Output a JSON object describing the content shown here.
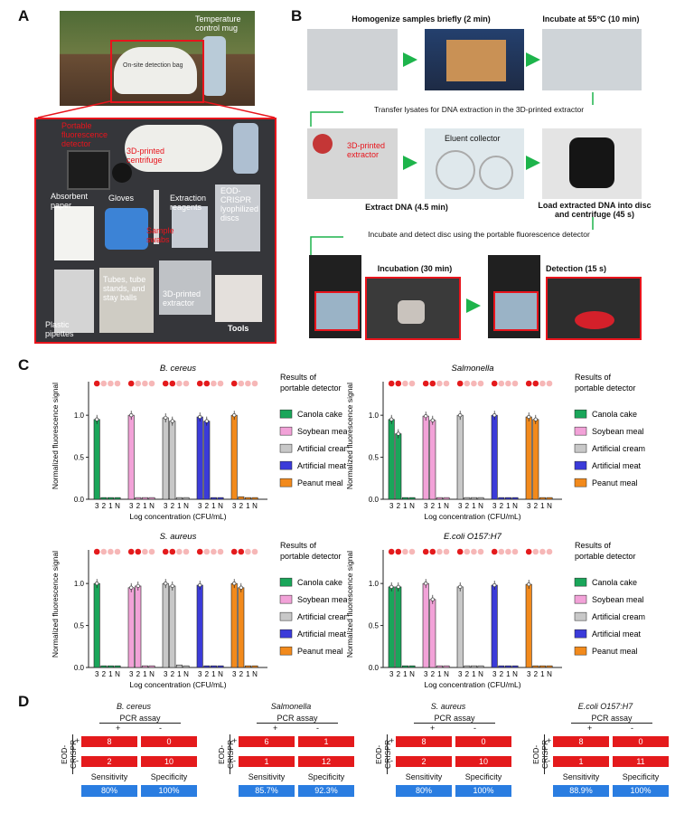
{
  "panels": {
    "a": "A",
    "b": "B",
    "c": "C",
    "d": "D"
  },
  "panelA": {
    "top_labels": {
      "mug": "Temperature control mug",
      "bag": "On-site detection bag"
    },
    "items": {
      "detector": "Portable fluorescence detector",
      "centrifuge": "3D-printed centrifuge",
      "absorbent": "Absorbent paper",
      "gloves": "Gloves",
      "swab": "Sample swabs",
      "reagents": "Extraction reagents",
      "discs": "EOD-CRISPR lyophilized discs",
      "tubes": "Tubes, tube stands, and stay balls",
      "extractor": "3D-printed extractor",
      "pipettes": "Plastic pipettes",
      "tools": "Tools"
    }
  },
  "panelB": {
    "step1": "Homogenize samples briefly (2 min)",
    "step2": "Incubate at 55°C (10 min)",
    "transfer": "Transfer lysates for DNA extraction in the 3D-printed extractor",
    "extractor_label": "3D-printed extractor",
    "eluent": "Eluent collector",
    "extract": "Extract DNA (4.5 min)",
    "load": "Load extracted DNA into disc and centrifuge (45 s)",
    "incubate_detect": "Incubate and detect disc using the portable fluorescence detector",
    "incubation": "Incubation (30 min)",
    "detection": "Detection (15 s)"
  },
  "panelC": {
    "ylabel": "Normalized fluorescence signal",
    "xlabel": "Log concentration (CFU/mL)",
    "results_label": "Results of portable detector",
    "legend": [
      "Canola cake",
      "Soybean meal",
      "Artificial cream",
      "Artificial meat",
      "Peanut meal"
    ],
    "colors": [
      "#1aa65a",
      "#f2a2d8",
      "#c8c8c8",
      "#3b3bd9",
      "#f28a1c"
    ]
  },
  "chart_data": [
    {
      "type": "bar",
      "title": "B. cereus",
      "ylim": [
        0,
        1.4
      ],
      "categories": [
        "3",
        "2",
        "1",
        "N"
      ],
      "series": [
        {
          "name": "Canola cake",
          "values": [
            0.95,
            0.02,
            0.02,
            0.02
          ]
        },
        {
          "name": "Soybean meal",
          "values": [
            1.0,
            0.02,
            0.02,
            0.02
          ]
        },
        {
          "name": "Artificial cream",
          "values": [
            0.97,
            0.93,
            0.02,
            0.02
          ]
        },
        {
          "name": "Artificial meat",
          "values": [
            0.98,
            0.93,
            0.02,
            0.02
          ]
        },
        {
          "name": "Peanut meal",
          "values": [
            1.0,
            0.03,
            0.02,
            0.02
          ]
        }
      ],
      "detector": [
        [
          1,
          0,
          0,
          0
        ],
        [
          1,
          0,
          0,
          0
        ],
        [
          1,
          1,
          0,
          0
        ],
        [
          1,
          1,
          0,
          0
        ],
        [
          1,
          0,
          0,
          0
        ]
      ]
    },
    {
      "type": "bar",
      "title": "Salmonella",
      "ylim": [
        0,
        1.4
      ],
      "categories": [
        "3",
        "2",
        "1",
        "N"
      ],
      "series": [
        {
          "name": "Canola cake",
          "values": [
            0.95,
            0.78,
            0.02,
            0.02
          ]
        },
        {
          "name": "Soybean meal",
          "values": [
            0.99,
            0.94,
            0.02,
            0.02
          ]
        },
        {
          "name": "Artificial cream",
          "values": [
            1.0,
            0.02,
            0.02,
            0.02
          ]
        },
        {
          "name": "Artificial meat",
          "values": [
            1.0,
            0.02,
            0.02,
            0.02
          ]
        },
        {
          "name": "Peanut meal",
          "values": [
            0.98,
            0.95,
            0.02,
            0.02
          ]
        }
      ],
      "detector": [
        [
          1,
          1,
          0,
          0
        ],
        [
          1,
          1,
          0,
          0
        ],
        [
          1,
          0,
          0,
          0
        ],
        [
          1,
          0,
          0,
          0
        ],
        [
          1,
          1,
          0,
          0
        ]
      ]
    },
    {
      "type": "bar",
      "title": "S. aureus",
      "ylim": [
        0,
        1.4
      ],
      "categories": [
        "3",
        "2",
        "1",
        "N"
      ],
      "series": [
        {
          "name": "Canola cake",
          "values": [
            1.0,
            0.02,
            0.02,
            0.02
          ]
        },
        {
          "name": "Soybean meal",
          "values": [
            0.95,
            0.97,
            0.02,
            0.02
          ]
        },
        {
          "name": "Artificial cream",
          "values": [
            1.0,
            0.97,
            0.03,
            0.02
          ]
        },
        {
          "name": "Artificial meat",
          "values": [
            0.98,
            0.02,
            0.02,
            0.02
          ]
        },
        {
          "name": "Peanut meal",
          "values": [
            1.0,
            0.95,
            0.02,
            0.02
          ]
        }
      ],
      "detector": [
        [
          1,
          0,
          0,
          0
        ],
        [
          1,
          1,
          0,
          0
        ],
        [
          1,
          1,
          0,
          0
        ],
        [
          1,
          0,
          0,
          0
        ],
        [
          1,
          1,
          0,
          0
        ]
      ]
    },
    {
      "type": "bar",
      "title": "E.coli O157:H7",
      "ylim": [
        0,
        1.4
      ],
      "categories": [
        "3",
        "2",
        "1",
        "N"
      ],
      "series": [
        {
          "name": "Canola cake",
          "values": [
            0.96,
            0.96,
            0.02,
            0.02
          ]
        },
        {
          "name": "Soybean meal",
          "values": [
            1.0,
            0.81,
            0.02,
            0.02
          ]
        },
        {
          "name": "Artificial cream",
          "values": [
            0.96,
            0.02,
            0.02,
            0.02
          ]
        },
        {
          "name": "Artificial meat",
          "values": [
            0.98,
            0.02,
            0.02,
            0.02
          ]
        },
        {
          "name": "Peanut meal",
          "values": [
            0.99,
            0.02,
            0.02,
            0.02
          ]
        }
      ],
      "detector": [
        [
          1,
          1,
          0,
          0
        ],
        [
          1,
          1,
          0,
          0
        ],
        [
          1,
          0,
          0,
          0
        ],
        [
          1,
          0,
          0,
          0
        ],
        [
          1,
          0,
          0,
          0
        ]
      ]
    }
  ],
  "panelD": {
    "pcr": "PCR assay",
    "eod": "EOD-CRISPR",
    "plus": "+",
    "minus": "-",
    "sens": "Sensitivity",
    "spec": "Specificity",
    "tables": [
      {
        "title": "B. cereus",
        "cells": [
          "8",
          "0",
          "2",
          "10"
        ],
        "sensitivity": "80%",
        "specificity": "100%"
      },
      {
        "title": "Salmonella",
        "cells": [
          "6",
          "1",
          "1",
          "12"
        ],
        "sensitivity": "85.7%",
        "specificity": "92.3%"
      },
      {
        "title": "S. aureus",
        "cells": [
          "8",
          "0",
          "2",
          "10"
        ],
        "sensitivity": "80%",
        "specificity": "100%"
      },
      {
        "title": "E.coli O157:H7",
        "cells": [
          "8",
          "0",
          "1",
          "11"
        ],
        "sensitivity": "88.9%",
        "specificity": "100%"
      }
    ]
  }
}
